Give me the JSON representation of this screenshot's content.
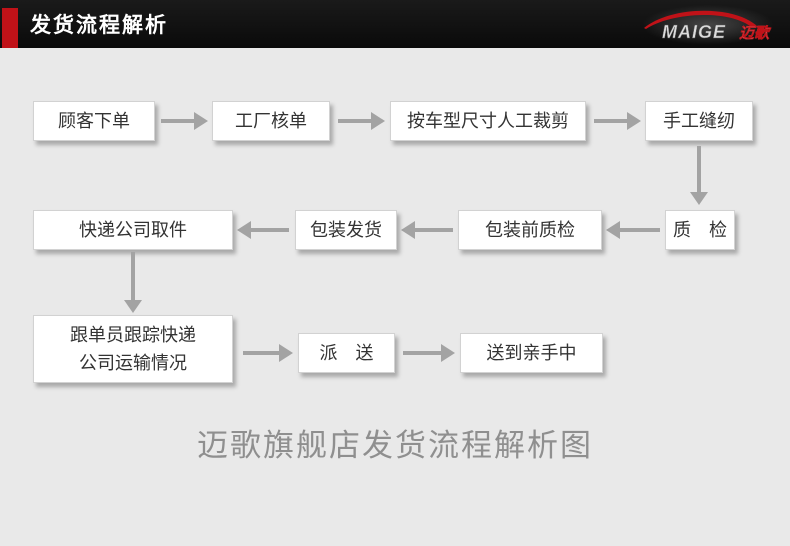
{
  "header": {
    "title": "发货流程解析",
    "logo": {
      "brand": "MAIGE",
      "brand_cn": "迈歌"
    }
  },
  "flow": {
    "nodes": [
      {
        "label": "顾客下单"
      },
      {
        "label": "工厂核单"
      },
      {
        "label": "按车型尺寸人工裁剪"
      },
      {
        "label": "手工缝纫"
      },
      {
        "label": "质　检"
      },
      {
        "label": "包装前质检"
      },
      {
        "label": "包装发货"
      },
      {
        "label": "快递公司取件"
      },
      {
        "label": "跟单员跟踪快递公司运输情况",
        "line1": "跟单员跟踪快递",
        "line2": "公司运输情况"
      },
      {
        "label": "派　送"
      },
      {
        "label": "送到亲手中"
      }
    ]
  },
  "caption": "迈歌旗舰店发货流程解析图",
  "colors": {
    "accent_red": "#c01218",
    "header_bg": "#0e0e0e",
    "canvas_bg": "#e9e9e9",
    "node_bg": "#ffffff",
    "arrow_gray": "#a3a3a3",
    "node_text": "#333333",
    "caption_gray": "#8f8f8f"
  }
}
